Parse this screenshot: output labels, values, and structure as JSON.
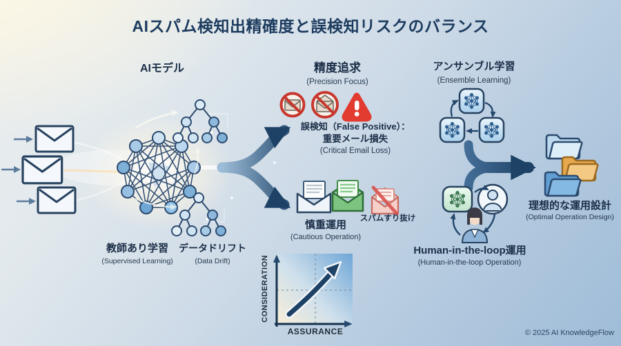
{
  "title": "AIスパム検知出精確度と誤検知リスクのバランス",
  "ai_model": {
    "label": "AIモデル"
  },
  "training": {
    "supervised_jp": "教師あり学習",
    "supervised_en": "(Supervised Learning)",
    "drift_jp": "データドリフト",
    "drift_en": "(Data Drift)"
  },
  "precision": {
    "title_jp": "精度追求",
    "title_en": "(Precision Focus)",
    "risk_line1": "誤検知（False Positive）：",
    "risk_line2": "重要メール損失",
    "risk_en": "(Critical Email Loss)"
  },
  "cautious": {
    "title_jp": "慎重運用",
    "title_en": "(Cautious Operation)",
    "slip": "スパムすり抜け"
  },
  "chart_data": {
    "type": "line",
    "x_axis": "ASSURANCE",
    "y_axis": "CONSIDERATION",
    "annotation": "upward diagonal arrow from lower-left to upper-right",
    "grid": "dashed crosshair at midpoints"
  },
  "ensemble": {
    "title_jp": "アンサンブル学習",
    "title_en": "(Ensemble Learning)"
  },
  "hitl": {
    "title_jp": "Human-in-the-loop運用",
    "title_en": "(Human-in-the-loop Operation)"
  },
  "outcome": {
    "title_jp": "理想的な運用設計",
    "title_en": "(Optimal Operation Design)"
  },
  "footer": {
    "copyright": "© 2025 AI KnowledgeFlow"
  },
  "colors": {
    "title": "#1c3b5e",
    "flow_arrow_dark": "#1d4266",
    "flow_arrow_light": "#88add0",
    "alert_red": "#e23b30",
    "prohibit_red": "#c8372d",
    "safe_green": "#4a9050",
    "folder_orange": "#e8a84e"
  }
}
